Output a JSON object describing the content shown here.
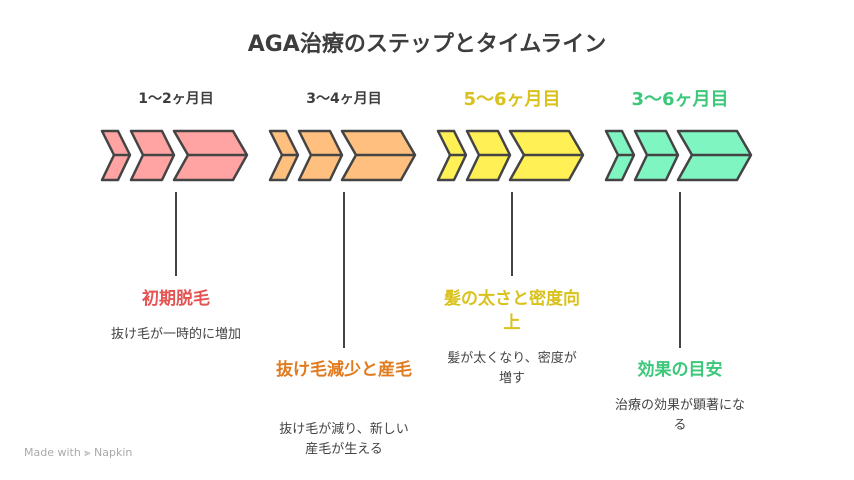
{
  "title": "AGA治療のステップとタイムライン",
  "steps": [
    {
      "period": "1〜2ヶ月目",
      "heading": "初期脱毛",
      "description": "抜け毛が一時的に増加",
      "fill": "#FFA3A3",
      "label_color": "#E55353",
      "period_color": "#3d3d3d"
    },
    {
      "period": "3〜4ヶ月目",
      "heading": "抜け毛減少と産毛",
      "description": "抜け毛が減り、新しい産毛が生える",
      "fill": "#FFC07F",
      "label_color": "#E07B20",
      "period_color": "#3d3d3d"
    },
    {
      "period": "5〜6ヶ月目",
      "heading": "髪の太さと密度向上",
      "description": "髪が太くなり、密度が増す",
      "fill": "#FFF055",
      "label_color": "#D9C21C",
      "period_color": "#D9C21C"
    },
    {
      "period": "3〜6ヶ月目",
      "heading": "効果の目安",
      "description": "治療の効果が顕著になる",
      "fill": "#7FF5C2",
      "label_color": "#3CC87A",
      "period_color": "#3CC87A"
    }
  ],
  "brand": "Made with ⫸ Napkin"
}
